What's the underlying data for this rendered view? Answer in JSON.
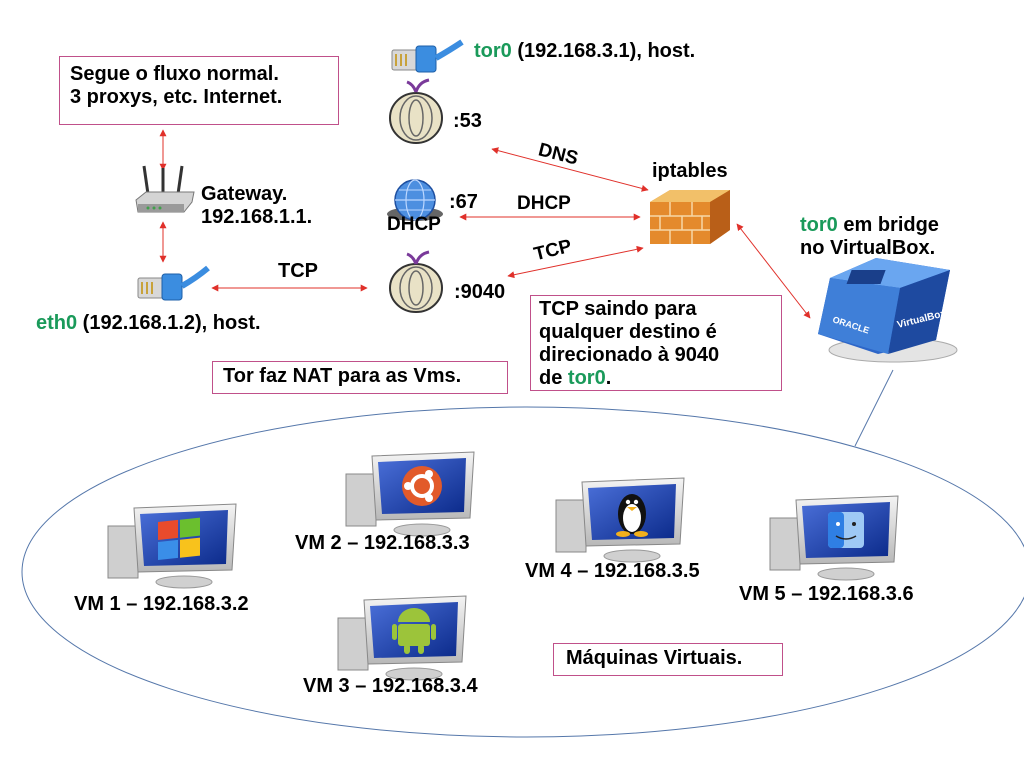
{
  "nodes": {
    "tor0_host": {
      "name": "tor0",
      "text": " (192.168.3.1), host."
    },
    "port53": ":53",
    "port67": ":67",
    "dhcp_globe_label": "DHCP",
    "port9040": ":9040",
    "gateway": {
      "line1": "Gateway.",
      "line2": "192.168.1.1."
    },
    "eth0_host": {
      "name": "eth0",
      "text": " (192.168.1.2), host."
    },
    "iptables": "iptables",
    "virtualbox_bridge": {
      "name": "tor0",
      "line1_rest": " em bridge",
      "line2": "no VirtualBox."
    },
    "virtualbox_logo": {
      "brand1": "ORACLE",
      "brand2": "VirtualBox"
    }
  },
  "boxes": {
    "internet_note": {
      "line1": "Segue o fluxo normal.",
      "line2": "3 proxys, etc. Internet."
    },
    "nat_note": "Tor faz NAT para as Vms.",
    "tcp_note": {
      "line1": "TCP saindo para",
      "line2": "qualquer destino é",
      "line3": "direcionado à 9040",
      "line4_prefix": "de ",
      "line4_name": "tor0",
      "line4_suffix": "."
    },
    "vms_label": "Máquinas Virtuais."
  },
  "edges": {
    "dns": "DNS",
    "dhcp": "DHCP",
    "tcp_iptables": "TCP",
    "tcp_eth0": "TCP"
  },
  "vms": [
    {
      "label": "VM 1 – 192.168.3.2",
      "os": "windows-icon"
    },
    {
      "label": "VM 2 – 192.168.3.3",
      "os": "ubuntu-icon"
    },
    {
      "label": "VM 3 – 192.168.3.4",
      "os": "android-icon"
    },
    {
      "label": "VM 4 – 192.168.3.5",
      "os": "linux-tux-icon"
    },
    {
      "label": "VM 5 – 192.168.3.6",
      "os": "mac-finder-icon"
    }
  ],
  "colors": {
    "accent_green": "#1a9a5a",
    "arrow_red": "#e0302a",
    "box_border": "#c0508a",
    "ellipse": "#5577aa"
  }
}
